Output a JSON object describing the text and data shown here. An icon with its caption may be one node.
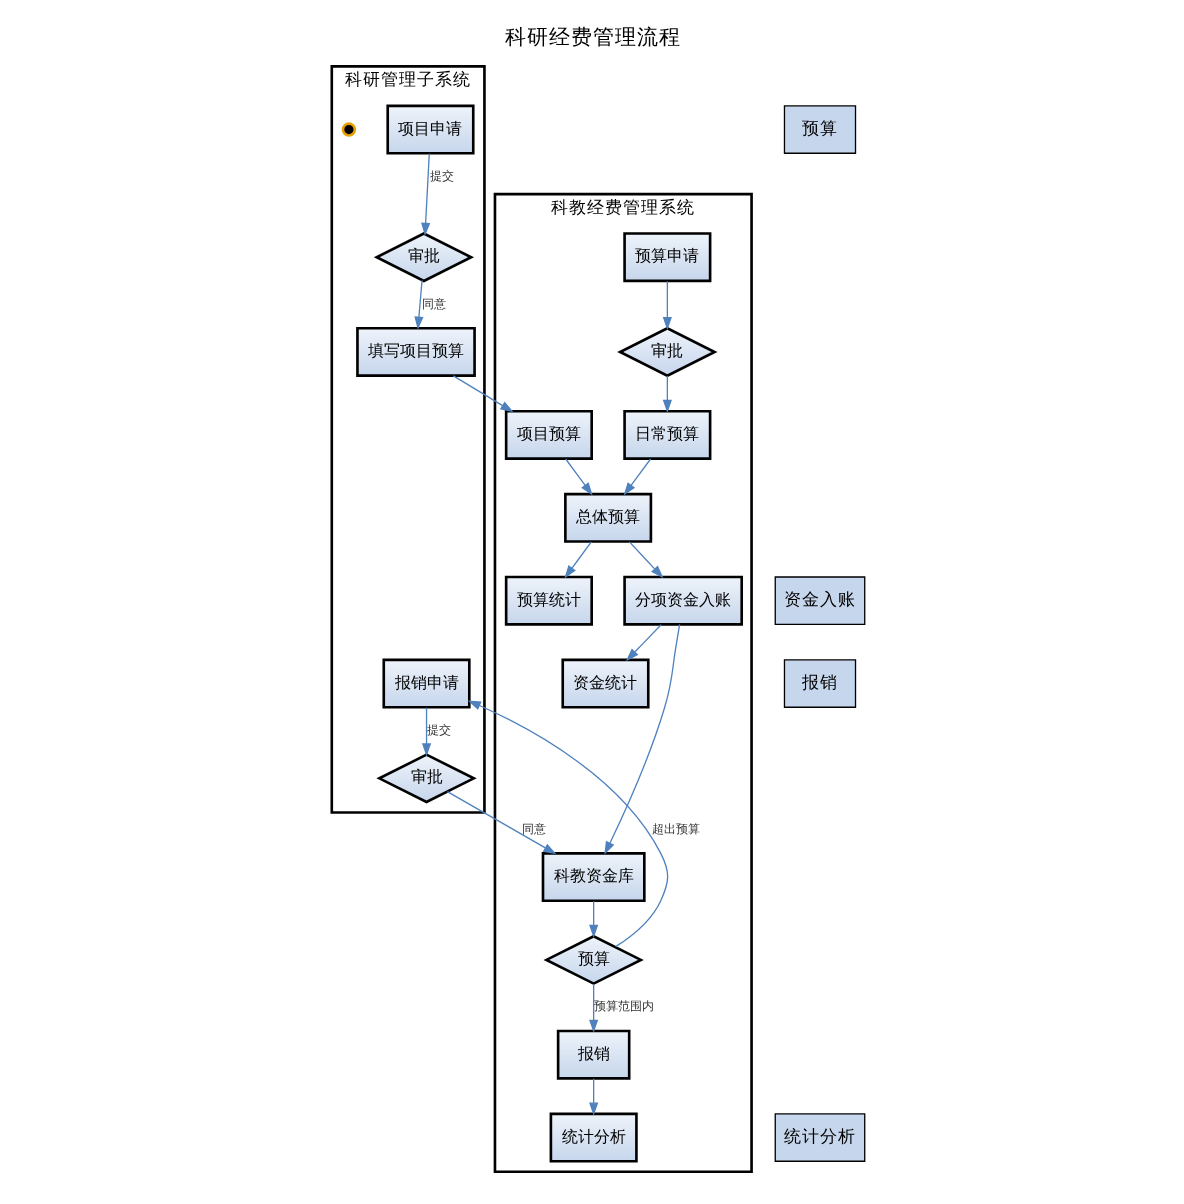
{
  "diagram": {
    "title": "科研经费管理流程",
    "nodes": [
      {
        "text": [
          "科研管理子系统"
        ]
      },
      {
        "text": [
          "科教经费管理系统"
        ]
      },
      {
        "text": [
          "项目申请"
        ],
        "in": 0
      },
      {
        "text": [
          "审批"
        ],
        "in": 0
      },
      {
        "text": [
          "填写项目预算"
        ],
        "in": 0
      },
      {
        "text": [
          "预算申请"
        ],
        "in": 1
      },
      {
        "text": [
          "审批"
        ],
        "in": 1
      },
      {
        "text": [
          "项目预算"
        ],
        "in": 1
      },
      {
        "text": [
          "日常预算"
        ],
        "in": 1
      },
      {
        "text": [
          "总体预算"
        ],
        "in": 1
      },
      {
        "text": [
          "预算统计"
        ],
        "in": 1
      },
      {
        "text": [
          "分项资金入账"
        ],
        "in": 1
      },
      {
        "text": [
          "资金统计"
        ],
        "in": 1
      },
      {
        "text": [
          "报销申请"
        ],
        "in": 0
      },
      {
        "text": [
          "审批"
        ],
        "in": 0
      },
      {
        "text": [
          "科教资金库"
        ],
        "in": 1
      },
      {
        "text": [
          "预算"
        ],
        "in": 1
      },
      {
        "text": [
          "报销"
        ],
        "in": 1
      },
      {
        "text": [
          "统计分析"
        ],
        "in": 1
      },
      {
        "text": [],
        "shape": "circle",
        "in": 0
      }
    ],
    "edges": [
      {
        "from": 2,
        "to": 3,
        "arrow": "to",
        "label": "提交"
      },
      {
        "from": 3,
        "to": 4,
        "arrow": "to",
        "label": "同意"
      },
      {
        "from": 4,
        "to": 7,
        "arrow": "to"
      },
      {
        "from": 5,
        "to": 6,
        "arrow": "to"
      },
      {
        "from": 6,
        "to": 8,
        "arrow": "to"
      },
      {
        "from": 7,
        "to": 9,
        "arrow": "to"
      },
      {
        "from": 8,
        "to": 9,
        "arrow": "to"
      },
      {
        "from": 9,
        "to": 10,
        "arrow": "to"
      },
      {
        "from": 9,
        "to": 11,
        "arrow": "to"
      },
      {
        "from": 11,
        "to": 12,
        "arrow": "to"
      },
      {
        "from": 11,
        "to": 15,
        "arrow": "to"
      },
      {
        "from": 16,
        "to": 13,
        "arrow": "to",
        "label": "超出预算"
      },
      {
        "from": 13,
        "to": 14,
        "arrow": "to",
        "label": "提交"
      },
      {
        "from": 14,
        "to": 15,
        "arrow": "to",
        "label": "同意"
      },
      {
        "from": 15,
        "to": 16,
        "arrow": "to"
      },
      {
        "from": 16,
        "to": 17,
        "arrow": "to",
        "label": "预算范围内"
      },
      {
        "from": 17,
        "to": 18,
        "arrow": "to"
      }
    ],
    "labels": [
      "预算",
      "资金入账",
      "报销",
      "统计分析"
    ]
  }
}
